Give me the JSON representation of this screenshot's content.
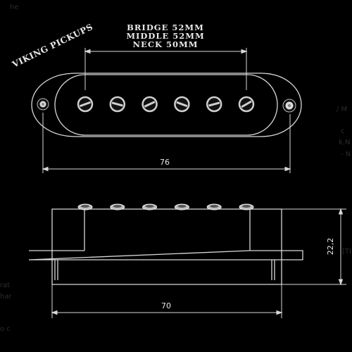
{
  "brand": "VIKING PICKUPS",
  "specs": {
    "bridge": "BRIDGE 52MM",
    "middle": "MIDDLE 52MM",
    "neck": "NECK 50MM"
  },
  "dimensions": {
    "total_length": "76",
    "base_length": "70",
    "height": "22,2"
  },
  "background_text": {
    "top_left": "he",
    "right_slash": "/ M",
    "right_c": "c",
    "right_k": "k,N",
    "right_dash": "- N",
    "right_ti": "[TI",
    "left_rat": "rat",
    "left_har": "har",
    "left_oc": "o c"
  },
  "pole_count": 6,
  "colors": {
    "background": "#000000",
    "line": "#d8d8d8",
    "text": "#e8e8e8"
  }
}
